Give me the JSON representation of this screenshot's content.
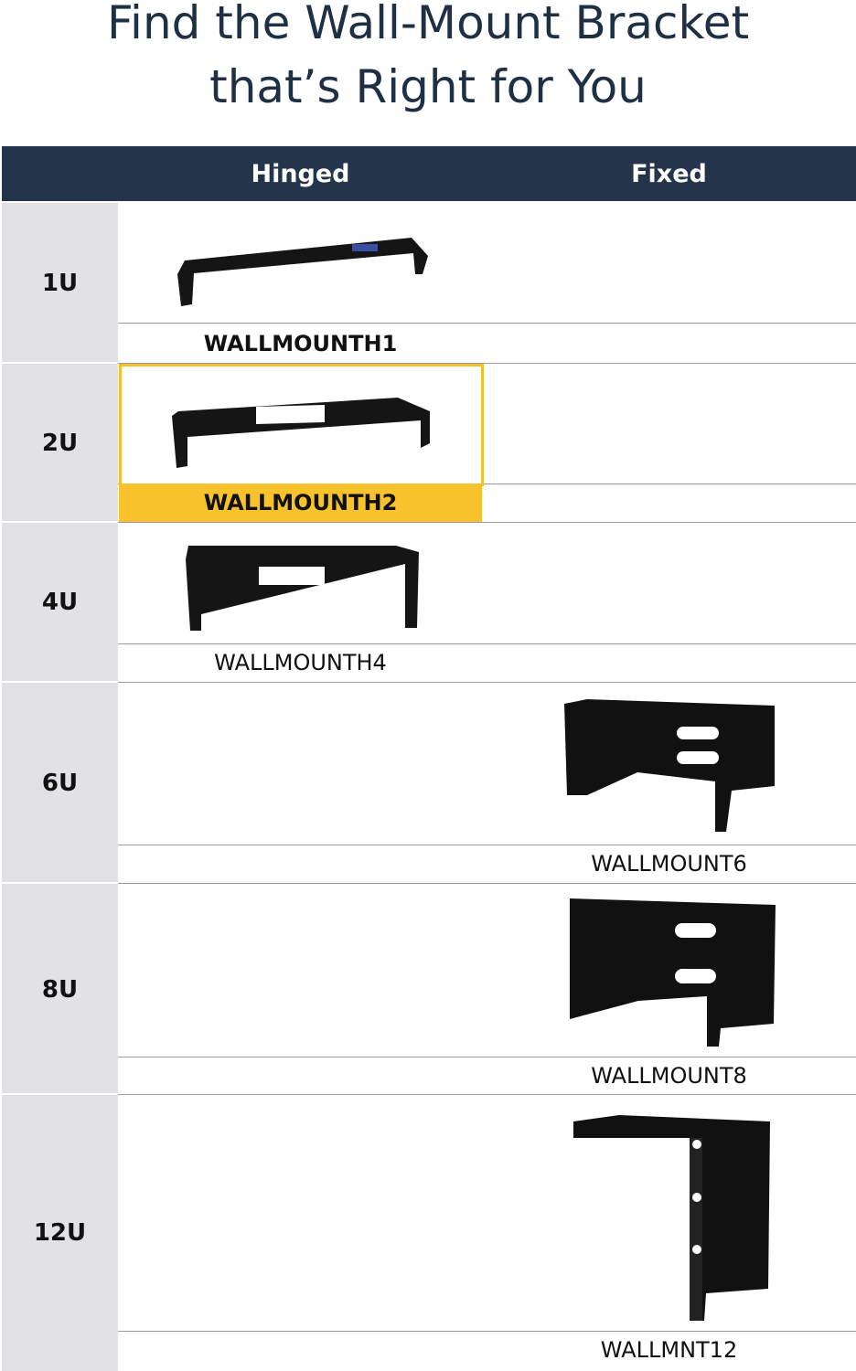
{
  "title": {
    "line1": "Find the Wall-Mount Bracket",
    "line2": "that’s Right for You"
  },
  "header": {
    "col_hinged": "Hinged",
    "col_fixed": "Fixed"
  },
  "colors": {
    "header_bg": "#24344a",
    "side_bg": "#e1e1e6",
    "highlight": "#f7c22c"
  },
  "rows": [
    {
      "size": "1U",
      "type": "Hinged",
      "product": "WALLMOUNTH1",
      "highlighted": false
    },
    {
      "size": "2U",
      "type": "Hinged",
      "product": "WALLMOUNTH2",
      "highlighted": true
    },
    {
      "size": "4U",
      "type": "Hinged",
      "product": "WALLMOUNTH4",
      "highlighted": false
    },
    {
      "size": "6U",
      "type": "Fixed",
      "product": "WALLMOUNT6",
      "highlighted": false
    },
    {
      "size": "8U",
      "type": "Fixed",
      "product": "WALLMOUNT8",
      "highlighted": false
    },
    {
      "size": "12U",
      "type": "Fixed",
      "product": "WALLMNT12",
      "highlighted": false
    }
  ]
}
